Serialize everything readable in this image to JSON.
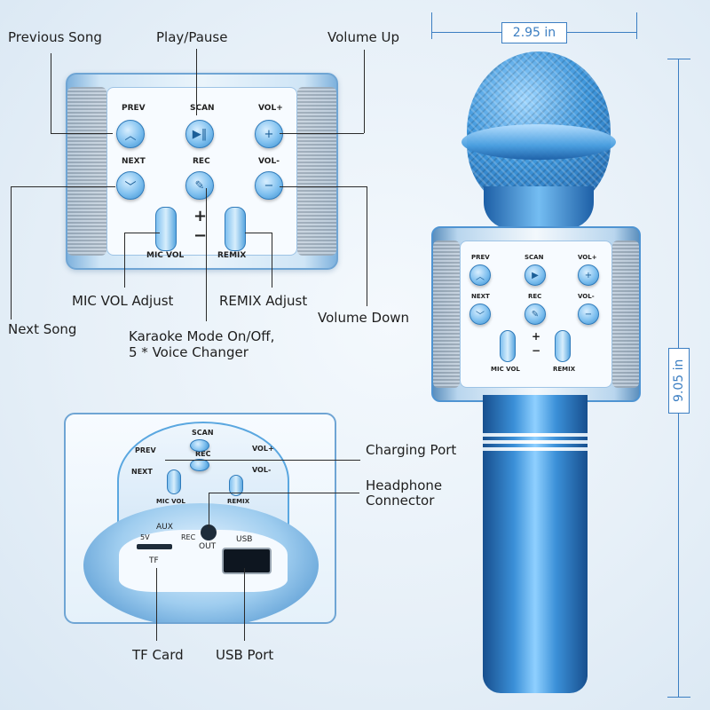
{
  "labels": {
    "previous_song": "Previous Song",
    "play_pause": "Play/Pause",
    "volume_up": "Volume Up",
    "mic_vol_adjust": "MIC VOL Adjust",
    "remix_adjust": "REMIX Adjust",
    "next_song": "Next Song",
    "volume_down": "Volume Down",
    "karaoke_mode_line1": "Karaoke Mode On/Off,",
    "karaoke_mode_line2": "5 * Voice Changer",
    "charging_port": "Charging Port",
    "headphone_line1": "Headphone",
    "headphone_line2": "Connector",
    "tf_card": "TF Card",
    "usb_port": "USB Port"
  },
  "dimensions": {
    "width": "2.95 in",
    "height": "9.05 in"
  },
  "panel_buttons": {
    "prev": "PREV",
    "scan": "SCAN",
    "vol_up": "VOL+",
    "next": "NEXT",
    "rec": "REC",
    "vol_down": "VOL-",
    "plus": "+",
    "minus": "−",
    "mic_vol": "MIC VOL",
    "remix": "REMIX"
  },
  "port_labels": {
    "aux": "AUX",
    "five_v": "5V",
    "rec": "REC",
    "out": "OUT",
    "usb": "USB",
    "tf": "TF"
  },
  "colors": {
    "accent": "#3b7ec2",
    "button_blue": "#3a8fd0"
  }
}
